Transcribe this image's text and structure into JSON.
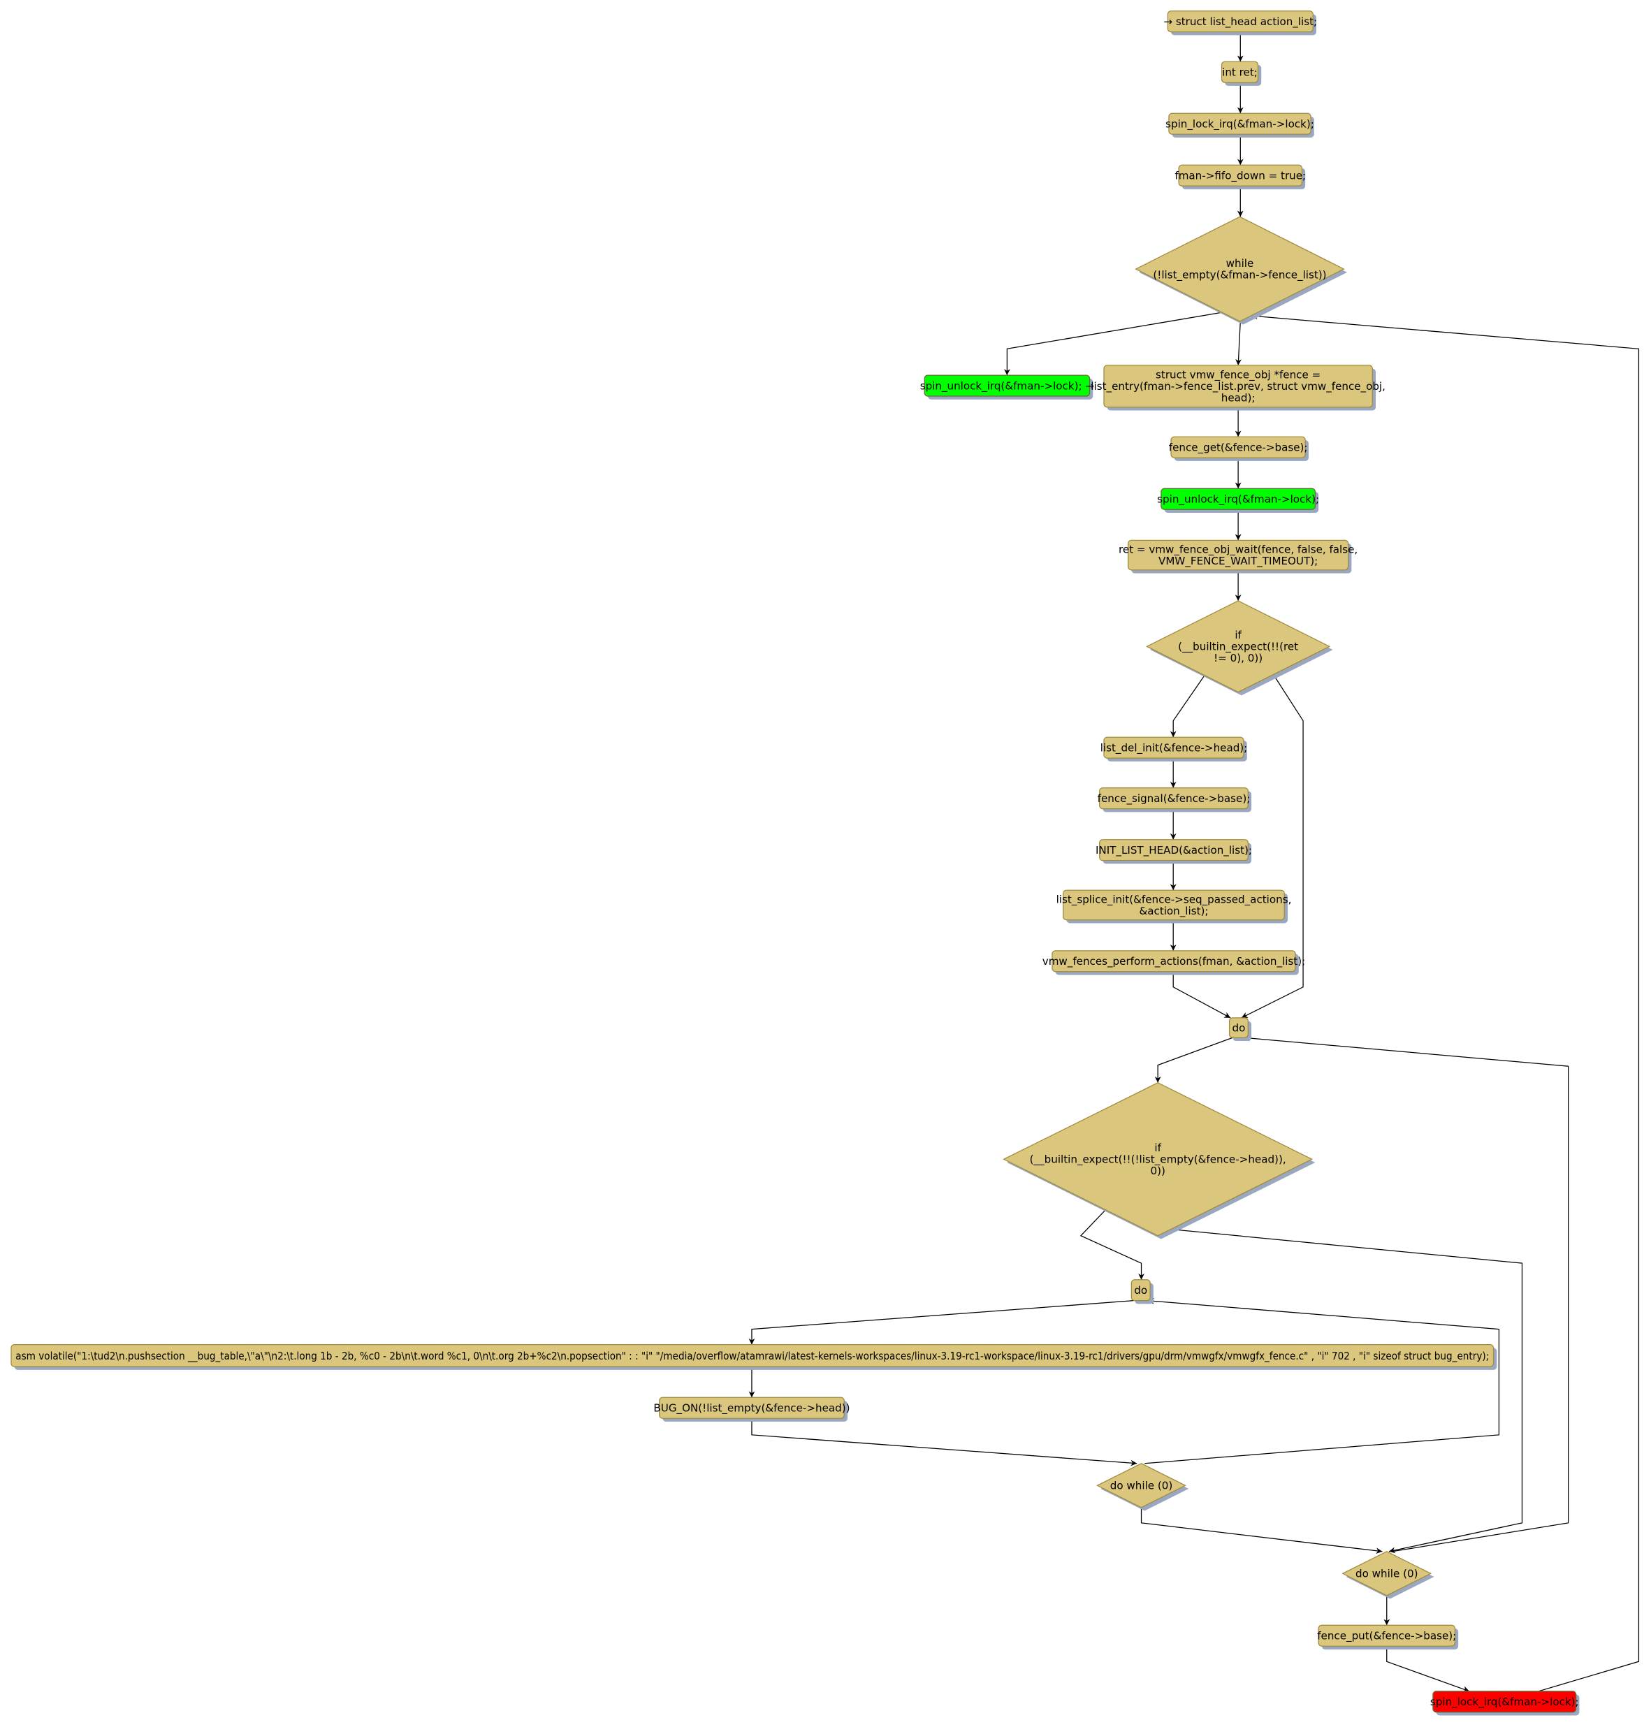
{
  "diagram": {
    "type": "flowchart"
  },
  "colors": {
    "node_fill": "#DBC67E",
    "node_stroke": "#A08A3C",
    "shadow": "#9AA7C0",
    "green": "#00FF00",
    "red": "#FF0000",
    "edge": "#000000"
  },
  "nodes": [
    {
      "kind": "statement",
      "lines": [
        "→ struct list_head action_list;"
      ]
    },
    {
      "kind": "statement",
      "lines": [
        "int ret;"
      ]
    },
    {
      "kind": "statement",
      "lines": [
        "spin_lock_irq(&fman->lock);"
      ]
    },
    {
      "kind": "statement",
      "lines": [
        "fman->fifo_down = true;"
      ]
    },
    {
      "kind": "decision",
      "lines": [
        "while",
        "(!list_empty(&fman->fence_list))"
      ]
    },
    {
      "kind": "unlock",
      "lines": [
        "spin_unlock_irq(&fman->lock); →"
      ]
    },
    {
      "kind": "statement",
      "lines": [
        "struct vmw_fence_obj *fence =",
        "list_entry(fman->fence_list.prev, struct vmw_fence_obj,",
        "head);"
      ]
    },
    {
      "kind": "statement",
      "lines": [
        "fence_get(&fence->base);"
      ]
    },
    {
      "kind": "unlock",
      "lines": [
        "spin_unlock_irq(&fman->lock);"
      ]
    },
    {
      "kind": "statement",
      "lines": [
        "ret = vmw_fence_obj_wait(fence, false, false,",
        "VMW_FENCE_WAIT_TIMEOUT);"
      ]
    },
    {
      "kind": "decision",
      "lines": [
        "if",
        "(__builtin_expect(!!(ret",
        "!= 0), 0))"
      ]
    },
    {
      "kind": "statement",
      "lines": [
        "list_del_init(&fence->head);"
      ]
    },
    {
      "kind": "statement",
      "lines": [
        "fence_signal(&fence->base);"
      ]
    },
    {
      "kind": "statement",
      "lines": [
        "INIT_LIST_HEAD(&action_list);"
      ]
    },
    {
      "kind": "statement",
      "lines": [
        "list_splice_init(&fence->seq_passed_actions,",
        "&action_list);"
      ]
    },
    {
      "kind": "statement",
      "lines": [
        "vmw_fences_perform_actions(fman, &action_list);"
      ]
    },
    {
      "kind": "statement",
      "lines": [
        "do"
      ]
    },
    {
      "kind": "decision",
      "lines": [
        "if",
        "(__builtin_expect(!!(!list_empty(&fence->head)),",
        "0))"
      ]
    },
    {
      "kind": "statement",
      "lines": [
        "do"
      ]
    },
    {
      "kind": "statement",
      "lines": [
        "asm volatile(\"1:\\tud2\\n.pushsection __bug_table,\\\"a\\\"\\n2:\\t.long 1b - 2b, %c0 - 2b\\n\\t.word %c1, 0\\n\\t.org 2b+%c2\\n.popsection\" : : \"i\" \"/media/overflow/atamrawi/latest-kernels-workspaces/linux-3.19-rc1-workspace/linux-3.19-rc1/drivers/gpu/drm/vmwgfx/vmwgfx_fence.c\" , \"i\" 702 , \"i\" sizeof struct bug_entry);"
      ]
    },
    {
      "kind": "statement",
      "lines": [
        "BUG_ON(!list_empty(&fence->head))"
      ]
    },
    {
      "kind": "decision",
      "lines": [
        "do while (0)"
      ]
    },
    {
      "kind": "decision",
      "lines": [
        "do while (0)"
      ]
    },
    {
      "kind": "statement",
      "lines": [
        "fence_put(&fence->base);"
      ]
    },
    {
      "kind": "lock",
      "lines": [
        "spin_lock_irq(&fman->lock);"
      ]
    }
  ]
}
